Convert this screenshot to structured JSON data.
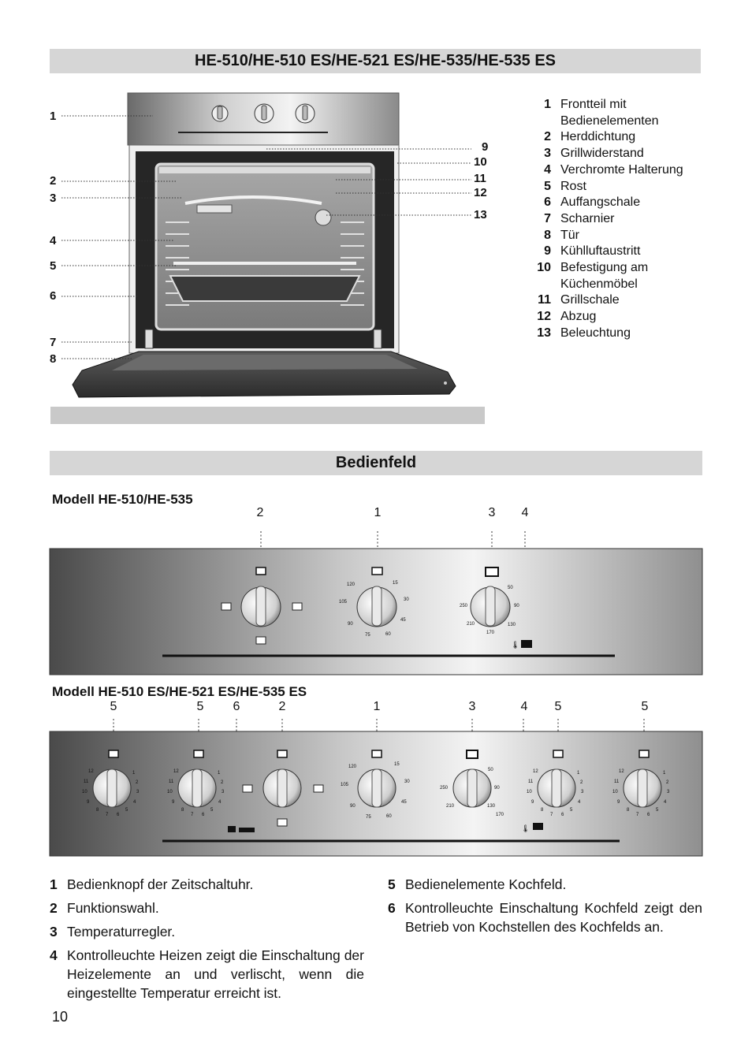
{
  "header": {
    "title": "HE-510/HE-510 ES/HE-521 ES/HE-535/HE-535 ES"
  },
  "oven_labels": [
    "1",
    "2",
    "3",
    "4",
    "5",
    "6",
    "7",
    "8",
    "9",
    "10",
    "11",
    "12",
    "13"
  ],
  "parts": [
    {
      "n": "1",
      "t": "Frontteil mit Bedienelementen"
    },
    {
      "n": "2",
      "t": "Herddichtung"
    },
    {
      "n": "3",
      "t": "Grillwiderstand"
    },
    {
      "n": "4",
      "t": "Verchromte Halterung"
    },
    {
      "n": "5",
      "t": "Rost"
    },
    {
      "n": "6",
      "t": "Auffangschale"
    },
    {
      "n": "7",
      "t": "Scharnier"
    },
    {
      "n": "8",
      "t": "Tür"
    },
    {
      "n": "9",
      "t": "Kühlluftaustritt"
    },
    {
      "n": "10",
      "t": "Befestigung am Küchenmöbel"
    },
    {
      "n": "11",
      "t": "Grillschale"
    },
    {
      "n": "12",
      "t": "Abzug"
    },
    {
      "n": "13",
      "t": "Beleuchtung"
    }
  ],
  "section2": {
    "title": "Bedienfeld"
  },
  "model1": {
    "title": "Modell HE-510/HE-535",
    "callouts": [
      "2",
      "1",
      "3",
      "4"
    ]
  },
  "model2": {
    "title": "Modell HE-510 ES/HE-521 ES/HE-535 ES",
    "callouts": [
      "5",
      "5",
      "6",
      "2",
      "1",
      "3",
      "4",
      "5",
      "5"
    ]
  },
  "dial_scales": {
    "timer": [
      "120",
      "15",
      "30",
      "45",
      "60",
      "75",
      "90",
      "105"
    ],
    "temp": [
      "50",
      "90",
      "130",
      "170",
      "210",
      "250"
    ],
    "hob": [
      "12",
      "1",
      "2",
      "3",
      "4",
      "5",
      "6",
      "7",
      "8",
      "9",
      "10",
      "11"
    ]
  },
  "legend": [
    {
      "n": "1",
      "t": "Bedienknopf der Zeitschaltuhr."
    },
    {
      "n": "2",
      "t": "Funktionswahl."
    },
    {
      "n": "3",
      "t": "Temperaturregler."
    },
    {
      "n": "4",
      "t": "Kontrolleuchte Heizen zeigt die Einschaltung der Heizelemente an und verlischt, wenn die eingestellte Temperatur erreicht ist."
    },
    {
      "n": "5",
      "t": "Bedienelemente Kochfeld."
    },
    {
      "n": "6",
      "t": "Kontrolleuchte Einschaltung Kochfeld zeigt den Betrieb von Kochstellen des Kochfelds an."
    }
  ],
  "page": {
    "number": "10"
  },
  "colors": {
    "title_bar": "#d6d6d6",
    "steel_light": "#f2f2f2",
    "steel_dark": "#4a4a4a"
  }
}
